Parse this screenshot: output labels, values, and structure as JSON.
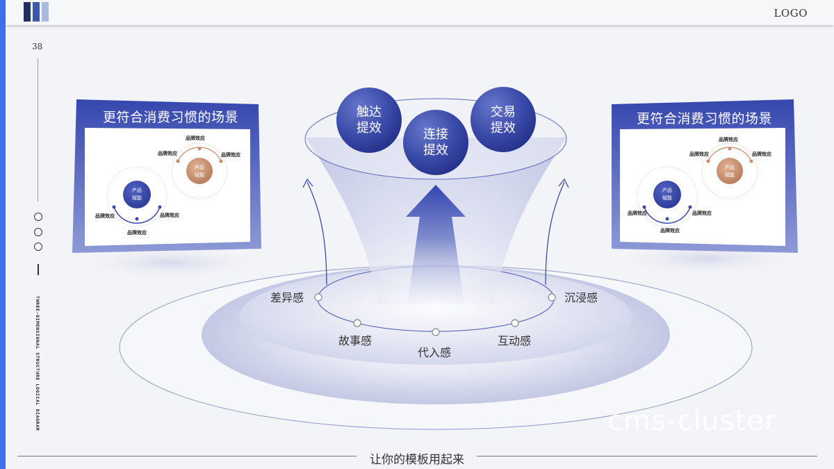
{
  "header": {
    "logo": "LOGO",
    "page_number": "38",
    "vertical_caption": "THREE-DIMENSIONAL STRUCTURE LOGICAL DIAGRAM"
  },
  "funnel_spheres": [
    {
      "line1": "触达",
      "line2": "提效"
    },
    {
      "line1": "连接",
      "line2": "提效"
    },
    {
      "line1": "交易",
      "line2": "提效"
    }
  ],
  "ring_labels": [
    "差异感",
    "故事感",
    "代入感",
    "互动感",
    "沉浸感"
  ],
  "panel_left": {
    "title": "更符合消费习惯的场景",
    "node_main": {
      "line1": "产品",
      "line2": "赋能"
    },
    "node_secondary": {
      "line1": "产品",
      "line2": "赋能"
    },
    "tags": [
      "品牌效应",
      "品牌效应",
      "品牌效应",
      "品牌效应",
      "品牌效应",
      "品牌效应"
    ]
  },
  "panel_right": {
    "title": "更符合消费习惯的场景",
    "node_main": {
      "line1": "产品",
      "line2": "赋能"
    },
    "node_secondary": {
      "line1": "产品",
      "line2": "赋能"
    },
    "tags": [
      "品牌效应",
      "品牌效应",
      "品牌效应",
      "品牌效应",
      "品牌效应",
      "品牌效应"
    ]
  },
  "footer": {
    "text": "让你的模板用起来"
  },
  "watermark": "cms-cluster",
  "colors": {
    "accent": "#3d6ff0",
    "panel_blue": "#3a4fb5",
    "sphere_blue": "#3b4ca8",
    "copper": "#c48a6a"
  }
}
